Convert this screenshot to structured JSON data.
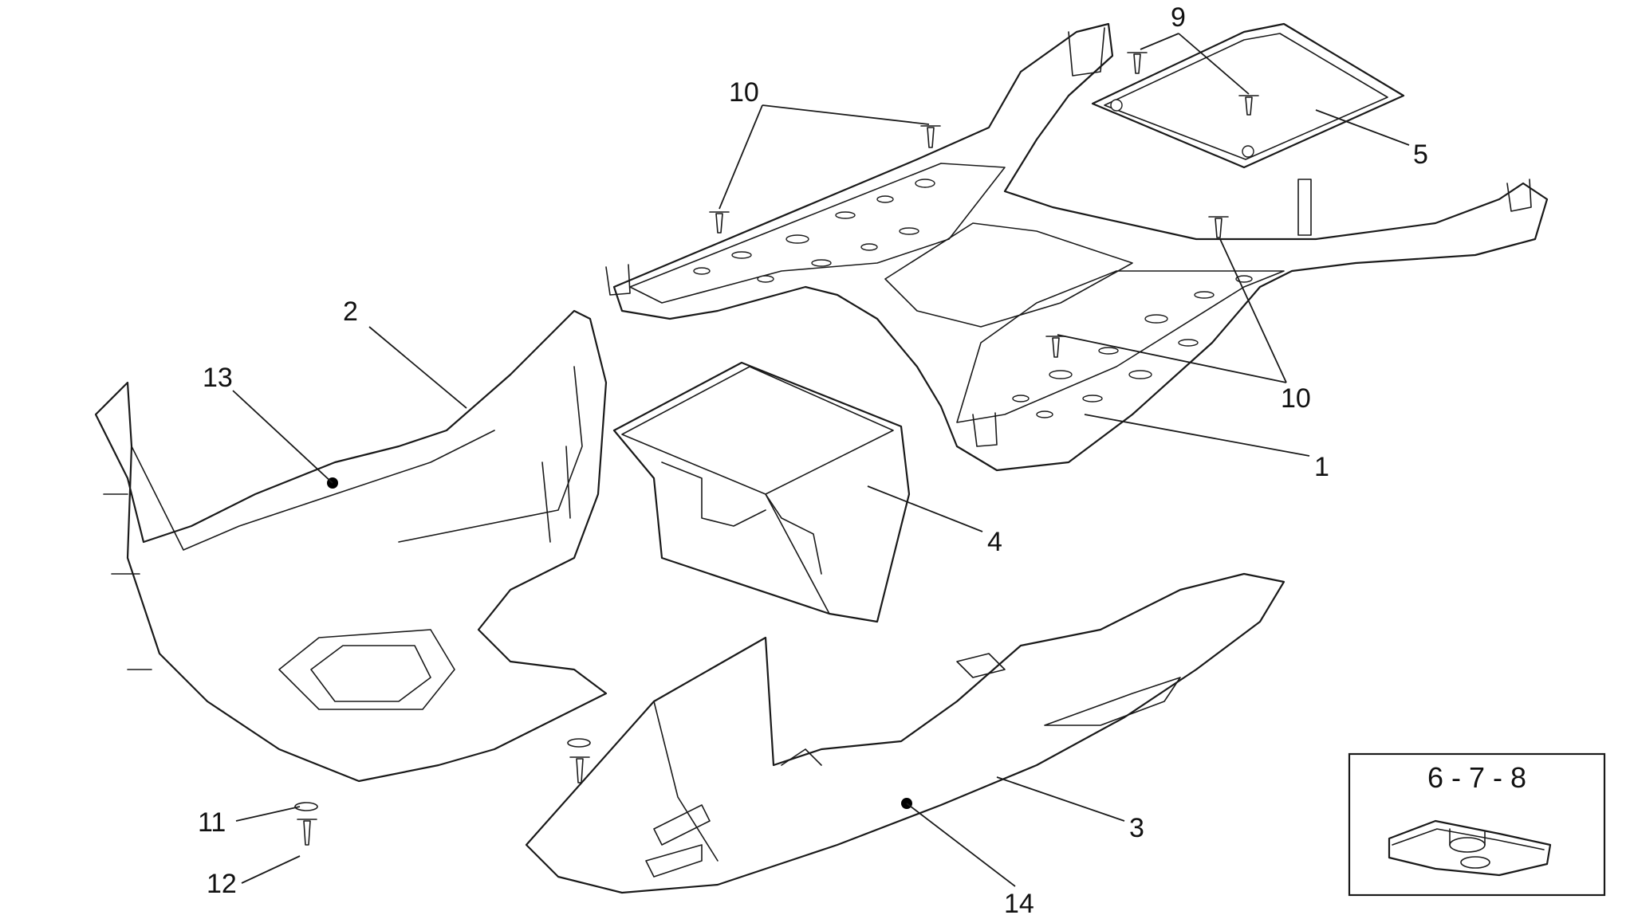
{
  "callouts": {
    "c1": "1",
    "c2": "2",
    "c3": "3",
    "c4": "4",
    "c5": "5",
    "c9": "9",
    "c10a": "10",
    "c10b": "10",
    "c11": "11",
    "c12": "12",
    "c13": "13",
    "c14": "14"
  },
  "inset": {
    "label": "6 - 7 - 8"
  }
}
